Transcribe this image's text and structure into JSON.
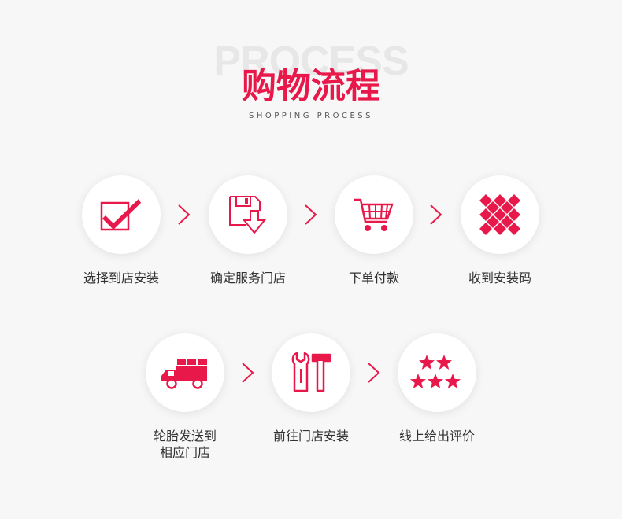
{
  "header": {
    "bg_word": "PROCESS",
    "title": "购物流程",
    "subtitle": "SHOPPING PROCESS"
  },
  "colors": {
    "accent": "#e8194a",
    "background": "#f7f7f7",
    "text": "#333333"
  },
  "steps": [
    {
      "label": "选择到店安装",
      "icon": "checkbox-check-icon"
    },
    {
      "label": "确定服务门店",
      "icon": "save-download-icon"
    },
    {
      "label": "下单付款",
      "icon": "shopping-cart-icon"
    },
    {
      "label": "收到安装码",
      "icon": "diamond-grid-icon"
    },
    {
      "label_line1": "轮胎发送到",
      "label_line2": "相应门店",
      "icon": "truck-icon"
    },
    {
      "label": "前往门店安装",
      "icon": "tools-icon"
    },
    {
      "label": "线上给出评价",
      "icon": "stars-icon"
    }
  ]
}
